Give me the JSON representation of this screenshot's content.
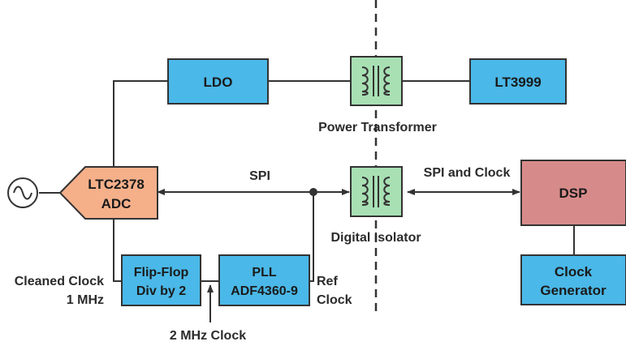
{
  "blocks": {
    "ldo": "LDO",
    "lt3999": "LT3999",
    "adc_line1": "LTC2378",
    "adc_line2": "ADC",
    "dsp": "DSP",
    "clockgen_line1": "Clock",
    "clockgen_line2": "Generator",
    "flipflop_line1": "Flip-Flop",
    "flipflop_line2": "Div by 2",
    "pll_line1": "PLL",
    "pll_line2": "ADF4360-9"
  },
  "labels": {
    "power_transformer": "Power Transformer",
    "spi": "SPI",
    "spi_and_clock": "SPI and Clock",
    "digital_isolator": "Digital Isolator",
    "cleaned_clock_line1": "Cleaned Clock",
    "cleaned_clock_line2": "1 MHz",
    "ref_clock_line1": "Ref",
    "ref_clock_line2": "Clock",
    "two_mhz_clock": "2 MHz Clock"
  },
  "colors": {
    "blue_block": "#4ab8e8",
    "adc_block": "#f5b08a",
    "dsp_block": "#d68b8a",
    "isolator_block": "#a8e0b4",
    "line": "#333333"
  },
  "icons": {
    "source": "sine-wave-source-icon",
    "transformer": "transformer-coil-icon"
  }
}
